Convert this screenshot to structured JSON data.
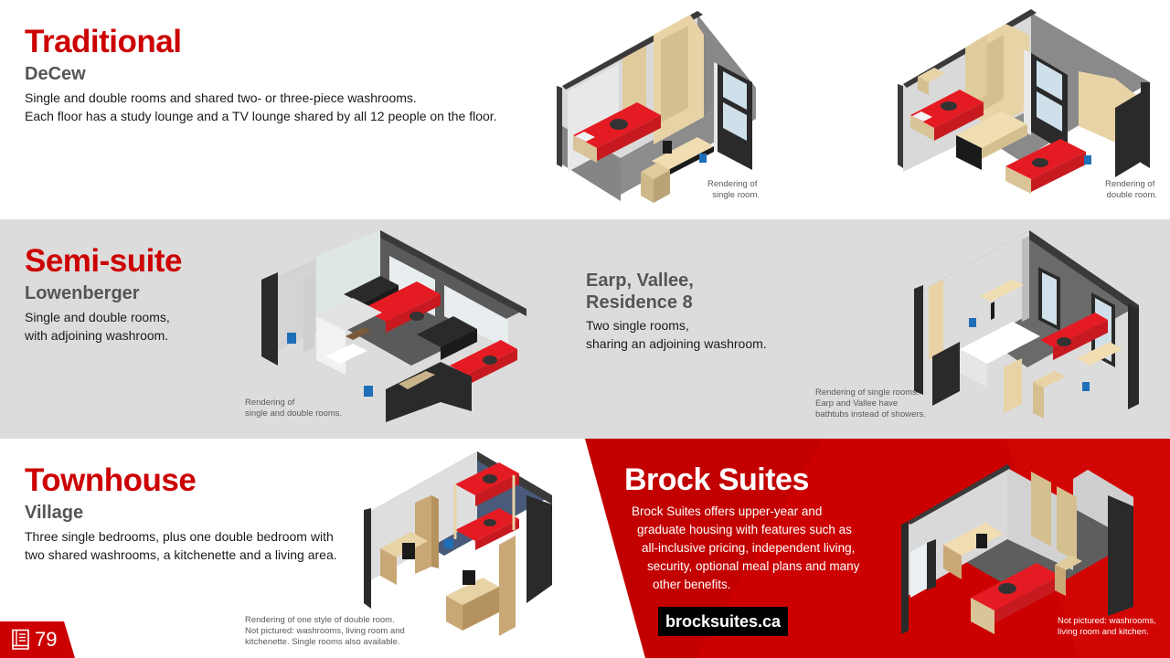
{
  "page": {
    "number": "79",
    "accent_color": "#cc0000",
    "band_gray": "#dcdcdc"
  },
  "traditional": {
    "title": "Traditional",
    "residence": "DeCew",
    "description_lines": [
      "Single and double rooms and shared two- or three-piece washrooms.",
      "Each floor has a study lounge and a TV lounge shared by all 12 people on the floor."
    ],
    "renderings": [
      {
        "caption_lines": [
          "Rendering of",
          "single room."
        ],
        "room_icon": "isometric-single-room"
      },
      {
        "caption_lines": [
          "Rendering of",
          "double room."
        ],
        "room_icon": "isometric-double-room"
      }
    ]
  },
  "semi_suite": {
    "title": "Semi-suite",
    "residence": "Lowenberger",
    "description_lines": [
      "Single and double rooms,",
      "with adjoining washroom."
    ],
    "rendering": {
      "caption_lines": [
        "Rendering of",
        "single and double rooms."
      ],
      "room_icon": "isometric-semi-suite"
    }
  },
  "earp_vallee": {
    "residence_lines": [
      "Earp, Vallee,",
      "Residence 8"
    ],
    "description_lines": [
      "Two single rooms,",
      "sharing an adjoining washroom."
    ],
    "rendering": {
      "caption_lines": [
        "Rendering of single rooms.",
        "Earp and Vallee have",
        "bathtubs instead of showers."
      ],
      "room_icon": "isometric-shared-washroom-rooms"
    }
  },
  "townhouse": {
    "title": "Townhouse",
    "residence": "Village",
    "description_lines": [
      "Three single bedrooms, plus one double bedroom with",
      "two shared washrooms, a kitchenette and a living area."
    ],
    "rendering": {
      "caption_lines": [
        "Rendering of one style of double room.",
        "Not pictured: washrooms, living room and",
        "kitchenette. Single rooms also available."
      ],
      "room_icon": "isometric-bunk-room"
    }
  },
  "brock_suites": {
    "title": "Brock Suites",
    "description_lines": [
      "Brock Suites offers upper-year and",
      "graduate housing with features such as",
      "all-inclusive pricing, independent living,",
      "security, optional meal plans and many",
      "other benefits."
    ],
    "link_label": "brocksuites.ca",
    "rendering": {
      "caption_lines": [
        "Not pictured: washrooms,",
        "living room and kitchen."
      ],
      "room_icon": "isometric-suite-room"
    },
    "panel_color": "#cc0000"
  }
}
